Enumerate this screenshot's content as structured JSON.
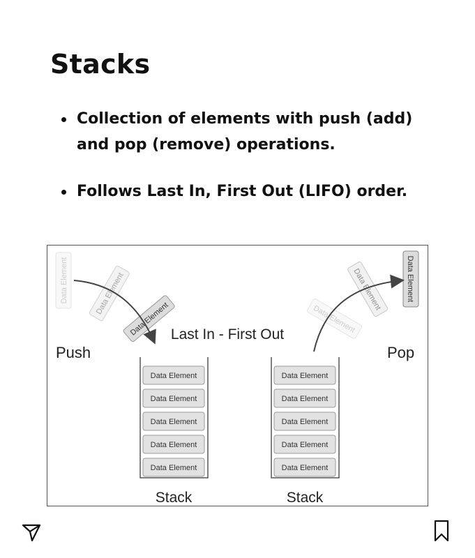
{
  "title": "Stacks",
  "bullets": [
    "Collection of elements with push (add) and pop (remove) operations.",
    "Follows Last In, First Out (LIFO) order."
  ],
  "figure": {
    "heading": "Last In - First Out",
    "push_label": "Push",
    "pop_label": "Pop",
    "element_label": "Data Element",
    "stack_label": "Stack"
  },
  "footer": {
    "left_icon": "send-icon",
    "right_icon": "bookmark-icon"
  }
}
